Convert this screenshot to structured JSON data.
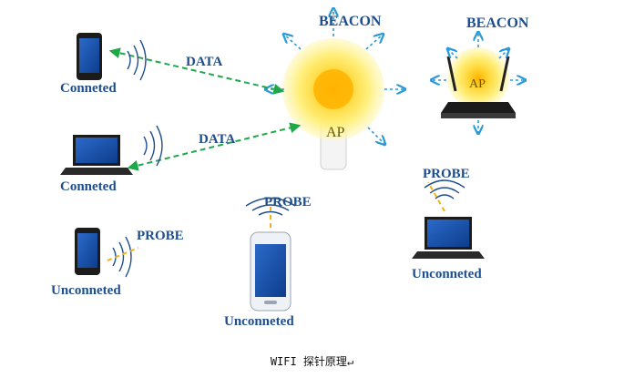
{
  "labels": {
    "beacon_main": "BEACON",
    "beacon_router": "BEACON",
    "ap_main": "AP",
    "ap_router": "AP",
    "data_top": "DATA",
    "data_mid": "DATA",
    "phone_connected": "Conneted",
    "laptop_connected": "Conneted",
    "probe_phone_left": "PROBE",
    "phone_unconnected_left": "Unconneted",
    "probe_phone_center": "PROBE",
    "phone_unconnected_center": "Unconneted",
    "probe_laptop_right": "PROBE",
    "laptop_unconnected_right": "Unconneted"
  },
  "caption": "WIFI 探针原理↵",
  "colors": {
    "label_blue": "#1f4e8c",
    "data_arrow": "#1fa84a",
    "beacon_arrow": "#2a9ad6",
    "probe_arrow": "#f0b21a",
    "glow": "#ffe96b"
  }
}
